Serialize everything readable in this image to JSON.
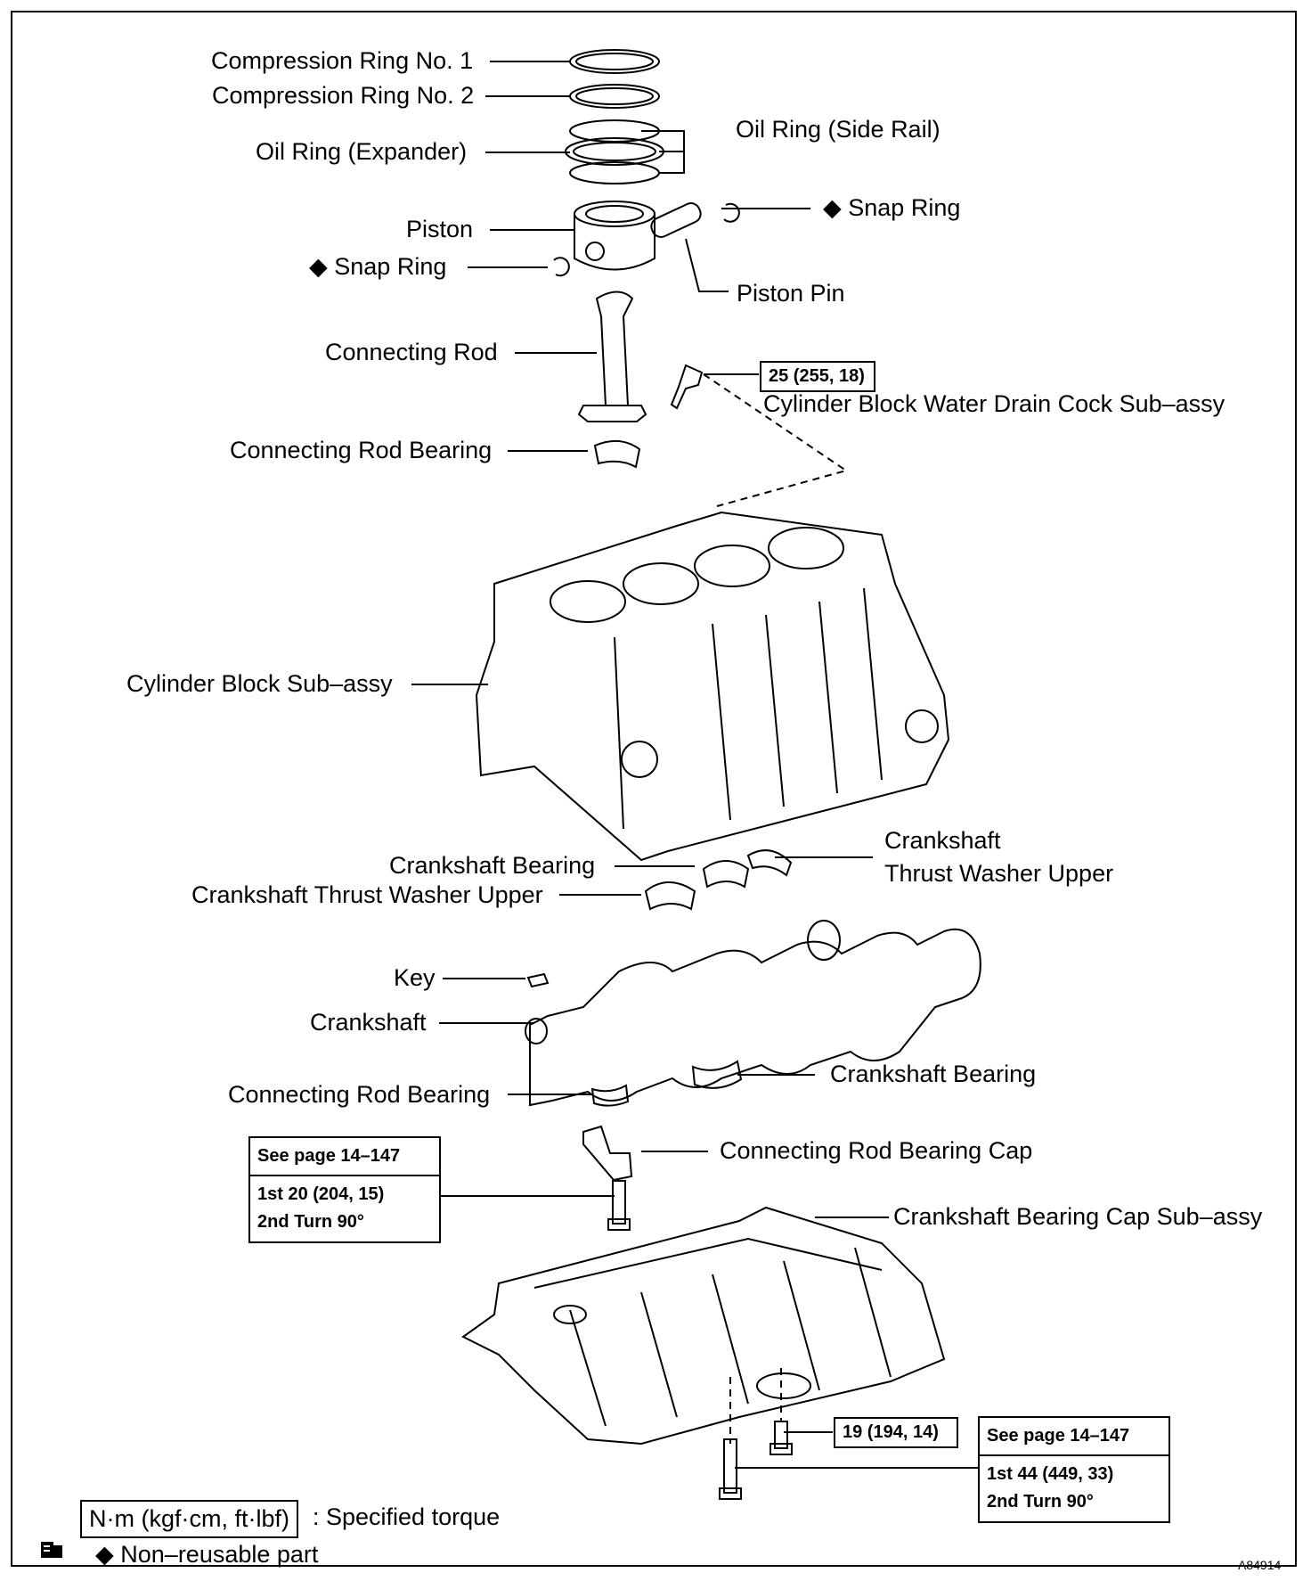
{
  "labels": {
    "compression_ring_1": "Compression Ring No. 1",
    "compression_ring_2": "Compression Ring No. 2",
    "oil_ring_expander": "Oil Ring (Expander)",
    "oil_ring_side_rail": "Oil Ring (Side Rail)",
    "snap_ring_right": "◆ Snap Ring",
    "piston": "Piston",
    "snap_ring_left": "◆ Snap Ring",
    "piston_pin": "Piston Pin",
    "connecting_rod": "Connecting Rod",
    "connecting_rod_bearing_upper": "Connecting Rod Bearing",
    "drain_cock": "Cylinder Block Water Drain Cock Sub–assy",
    "cylinder_block": "Cylinder Block Sub–assy",
    "crankshaft_thrust_right_1": "Crankshaft",
    "crankshaft_thrust_right_2": "Thrust Washer Upper",
    "crankshaft_bearing_upper": "Crankshaft Bearing",
    "crankshaft_thrust_left": "Crankshaft Thrust Washer Upper",
    "key": "Key",
    "crankshaft": "Crankshaft",
    "crankshaft_bearing_lower": "Crankshaft Bearing",
    "connecting_rod_bearing_lower": "Connecting Rod Bearing",
    "connecting_rod_bearing_cap": "Connecting Rod Bearing Cap",
    "crankshaft_bearing_cap": "Crankshaft Bearing Cap Sub–assy"
  },
  "torque_boxes": {
    "drain_cock": "25 (255, 18)",
    "cap_bolt_ref": "See page 14–147",
    "cap_bolt_1": "1st 20 (204, 15)",
    "cap_bolt_2": "2nd Turn 90°",
    "small_bolt": "19 (194, 14)",
    "main_bolt_ref": "See page 14–147",
    "main_bolt_1": "1st 44 (449, 33)",
    "main_bolt_2": "2nd Turn 90°"
  },
  "legend": {
    "torque_unit": "N·m (kgf·cm, ft·lbf)",
    "torque_desc": ": Specified torque",
    "non_reusable": "◆ Non–reusable part"
  },
  "figure_id": "A84914",
  "icons": [
    "book-icon",
    "diamond-icon"
  ]
}
